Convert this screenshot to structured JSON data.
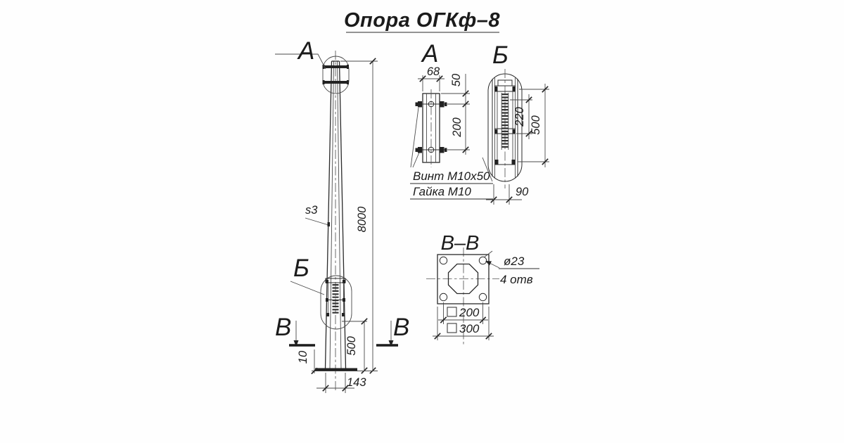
{
  "title": {
    "text": "Опора ОГКф–8"
  },
  "main_view": {
    "callout_a": "А",
    "callout_b": "Б",
    "section_left": "В",
    "section_right": "В",
    "wall_thickness": "s3",
    "dim_height": "8000",
    "dim_embed": "500",
    "dim_plate_thickness": "10",
    "dim_base_width": "143"
  },
  "detail_a": {
    "title": "А",
    "dim_width": "68",
    "dim_top_offset": "50",
    "dim_bolt_spacing": "200",
    "note_screw": "Винт М10х50",
    "note_nut": "Гайка М10"
  },
  "detail_b": {
    "title": "Б",
    "dim_inner": "220",
    "dim_overlap": "500",
    "dim_width": "90"
  },
  "section_vv": {
    "title": "В–В",
    "hole_dia": "ø23",
    "hole_count": "4 отв",
    "dim_bolt_spacing": "200",
    "dim_plate_size": "300"
  }
}
